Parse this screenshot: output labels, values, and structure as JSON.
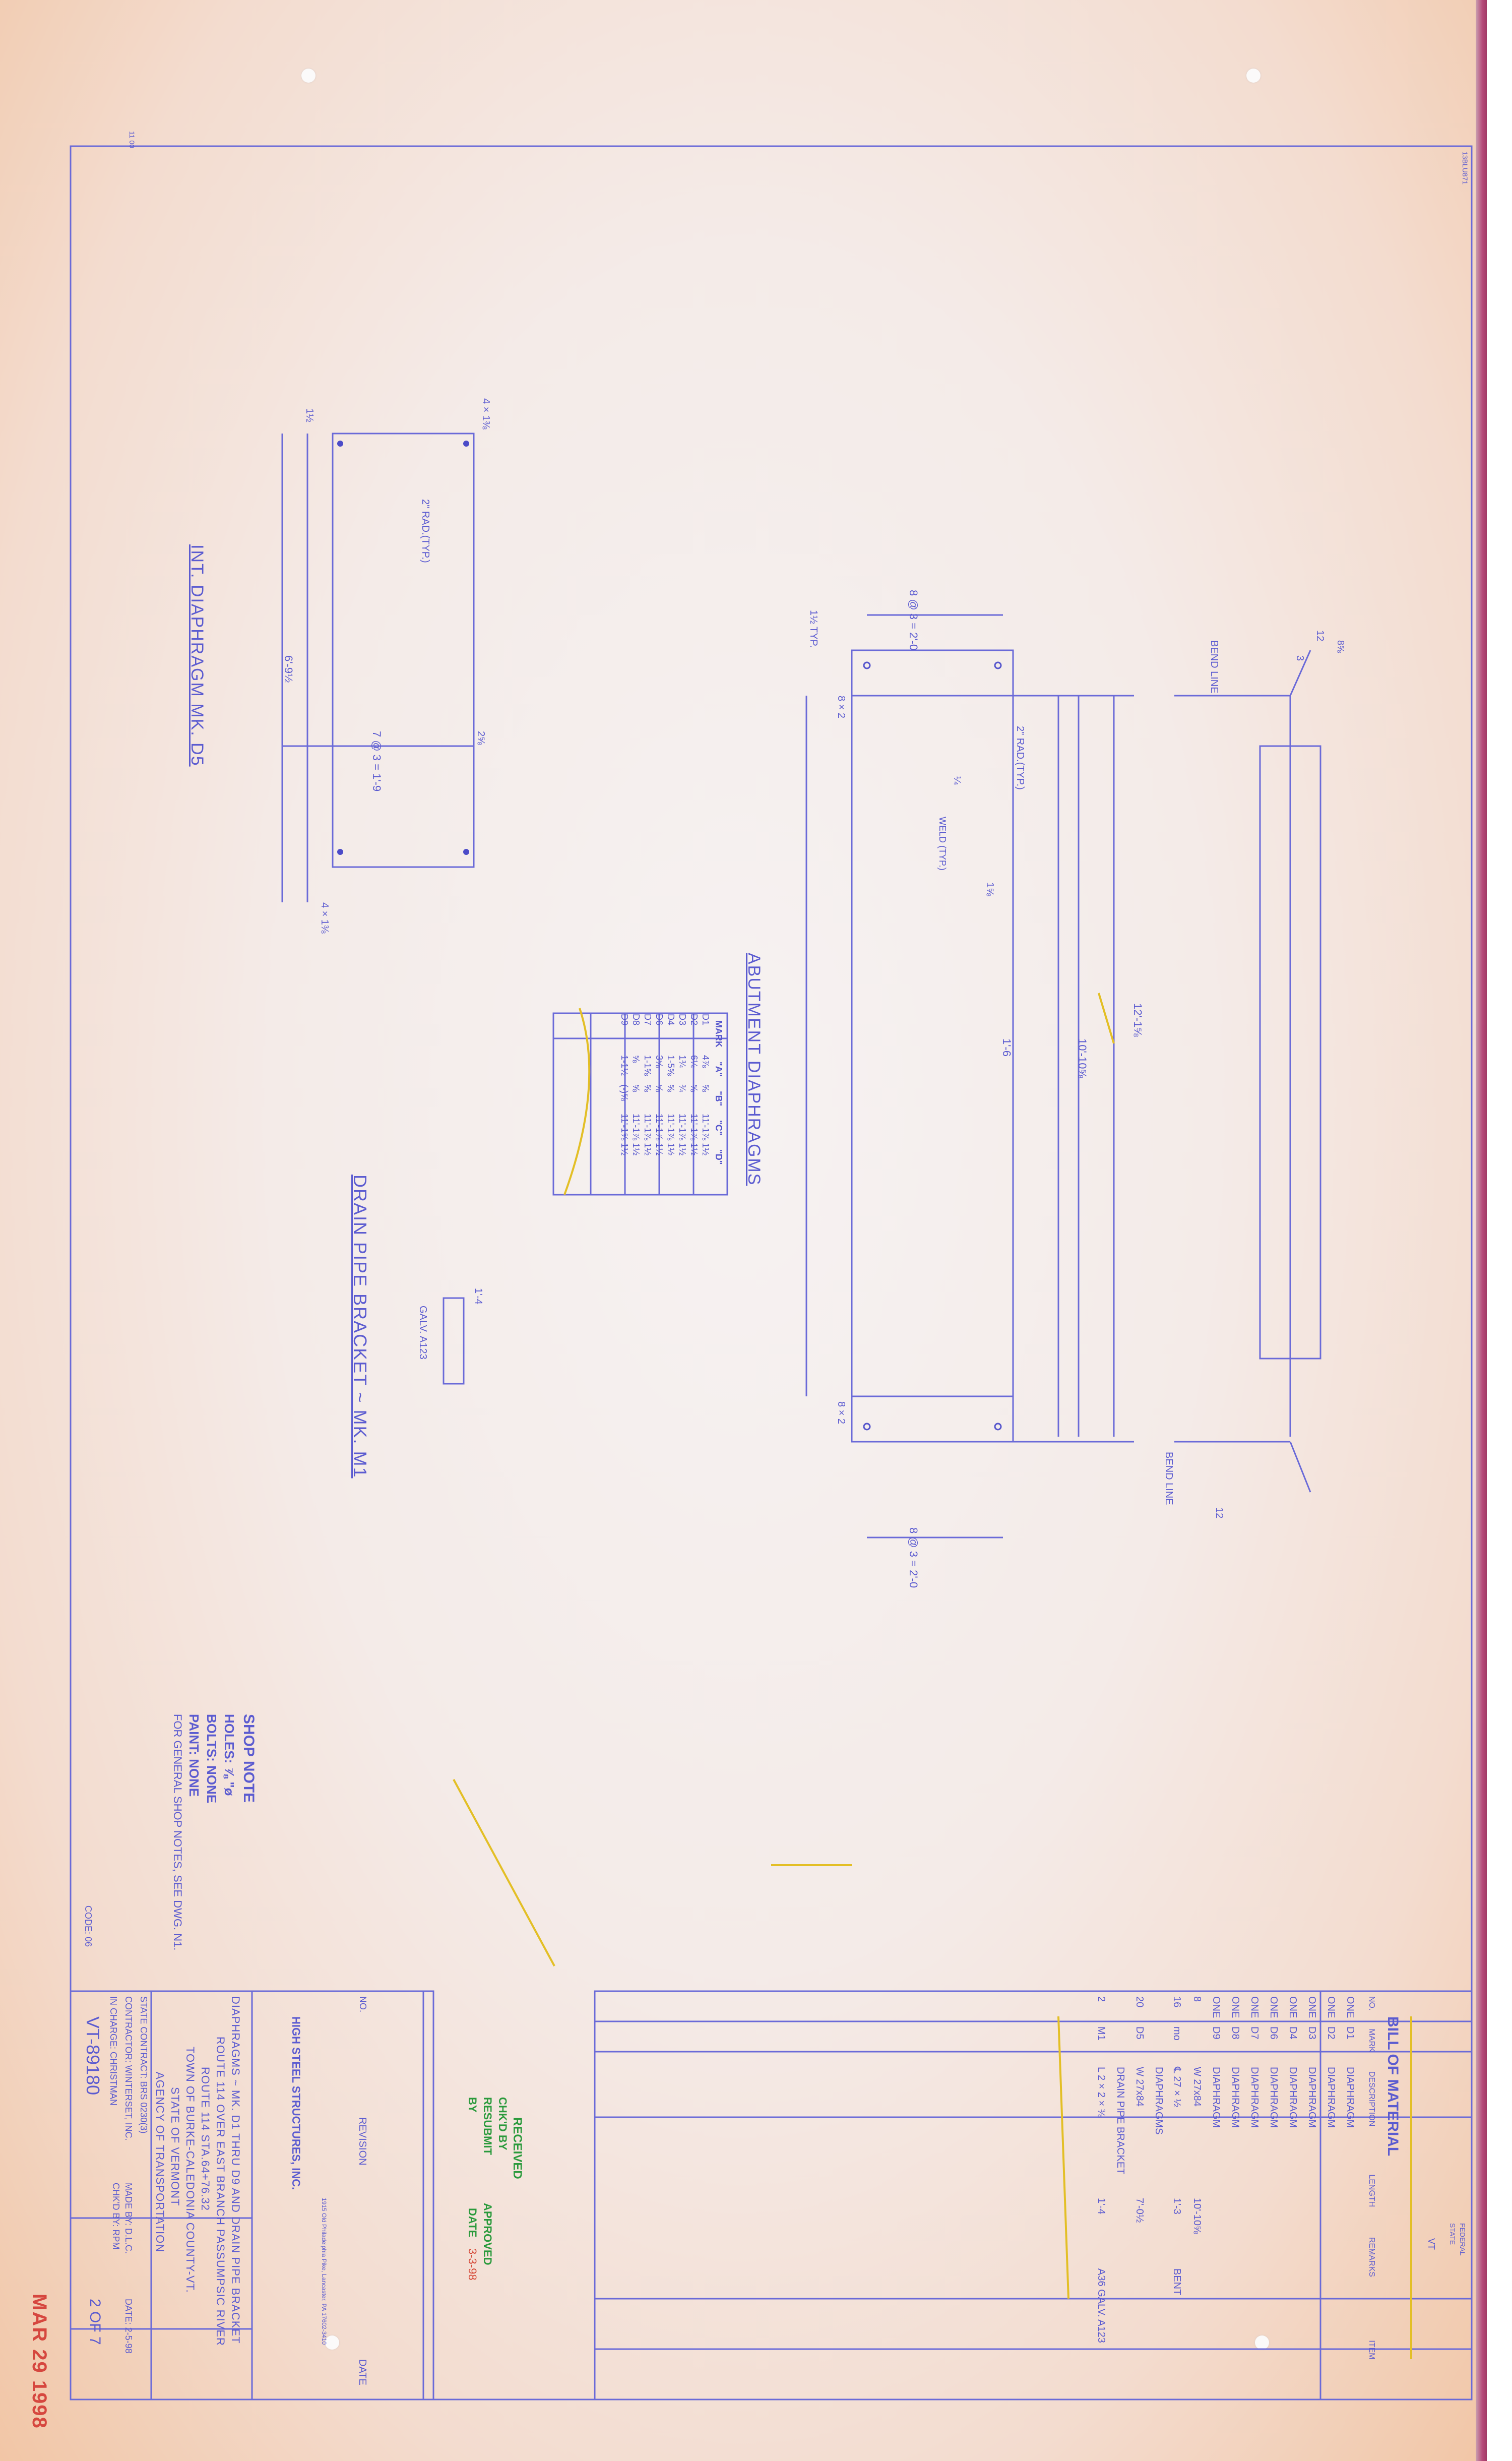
{
  "drawing": {
    "int_diaphragm_title": "INT. DIAPHRAGM MK. D5",
    "abutment_title": "ABUTMENT DIAPHRAGMS",
    "drain_bracket_title": "DRAIN PIPE BRACKET ~ MK. M1",
    "drain_bracket_length": "1'-4",
    "drain_bracket_note": "GALV. A123",
    "dims": {
      "int_length": "6'-9½",
      "int_spacing": "7 @ 3 = 1'-9",
      "int_edge": "2⅝",
      "int_corner": "4 × 1⅜",
      "int_radius": "2\" RAD.(TYP.)",
      "int_top": "1½",
      "abut_spacing": "8 @ 3 = 2'-0",
      "abut_typ": "1½ TYP.",
      "abut_clip": "8 × 2",
      "abut_rad": "2\" RAD.(TYP.)",
      "abut_weld": "¼",
      "abut_weld_note": "WELD (TYP.)",
      "abut_b": "1'-6",
      "abut_a": "12'-1⅝",
      "abut_c": "10'-10⅝",
      "abut_13": "1⅝",
      "bend_line": "BEND LINE",
      "slope": "12",
      "slope_top": "8⅝",
      "small": "3"
    },
    "abutment_table": {
      "headers": [
        "MARK",
        "\"A\"",
        "\"B\"",
        "\"C\"",
        "\"D\""
      ],
      "rows": [
        [
          "D1",
          "4⅞",
          "⅝",
          "11'-1⅞",
          "1½"
        ],
        [
          "D2",
          "6¼",
          "⅝",
          "11'-1⅞",
          "1½"
        ],
        [
          "D3",
          "1¾",
          "¾",
          "11'-1⅞",
          "1½"
        ],
        [
          "D4",
          "1-5⅝",
          "⅝",
          "11'-1⅞",
          "1½"
        ],
        [
          "D6",
          "3⅝",
          "⅝",
          "11'-1⅞",
          "1½"
        ],
        [
          "D7",
          "1-1⅝",
          "⅝",
          "11'-1⅞",
          "1½"
        ],
        [
          "D8",
          "⅝",
          "⅝",
          "11'-1⅞",
          "1½"
        ],
        [
          "D9",
          "1-1½",
          "(-)⅝",
          "11'-1⅝",
          "1½"
        ]
      ]
    }
  },
  "shop_note": {
    "title": "SHOP NOTE",
    "holes": "HOLES: ⅞ \"ø",
    "bolts": "BOLTS: NONE",
    "paint": "PAINT: NONE",
    "general": "FOR GENERAL SHOP NOTES, SEE DWG. N1."
  },
  "bill_of_material": {
    "title": "BILL OF MATERIAL",
    "headers": [
      "NO.",
      "MARK",
      "DESCRIPTION",
      "LENGTH",
      "REMARKS",
      "ITEM"
    ],
    "rows": [
      [
        "ONE",
        "D1",
        "DIAPHRAGM"
      ],
      [
        "ONE",
        "D2",
        "DIAPHRAGM"
      ],
      [
        "ONE",
        "D3",
        "DIAPHRAGM"
      ],
      [
        "ONE",
        "D4",
        "DIAPHRAGM"
      ],
      [
        "ONE",
        "D6",
        "DIAPHRAGM"
      ],
      [
        "ONE",
        "D7",
        "DIAPHRAGM"
      ],
      [
        "ONE",
        "D8",
        "DIAPHRAGM"
      ],
      [
        "ONE",
        "D9",
        "DIAPHRAGM"
      ],
      [
        "8",
        "",
        "W 27x84",
        "10'-10⅝",
        ""
      ],
      [
        "16",
        "mo",
        "℄ 27 × ½",
        "1'-3",
        "BENT"
      ],
      [
        "",
        "",
        "DIAPHRAGMS",
        "",
        ""
      ],
      [
        "20",
        "D5",
        "W 27x84",
        "7'-0½",
        ""
      ],
      [
        "",
        "",
        "DRAIN PIPE BRACKET",
        "",
        ""
      ],
      [
        "2",
        "M1",
        "L 2 × 2 × ⅜",
        "1'-4",
        "A36 GALV. A123"
      ]
    ]
  },
  "title_block": {
    "company": "HIGH STEEL STRUCTURES, INC.",
    "address": "1915 Old Philadelphia Pike, Lancaster, PA 17602-3410",
    "revision_label": "REVISION",
    "date_label": "DATE",
    "no_label": "NO.",
    "desc1": "DIAPHRAGMS ~ MK. D1 THRU D9 AND DRAIN PIPE BRACKET",
    "desc2": "ROUTE 114 OVER EAST BRANCH PASSUMPSIC RIVER",
    "desc3": "ROUTE 114 STA.64+76.32",
    "desc4": "TOWN OF BURKE-CALEDONIA COUNTY-VT.",
    "desc5": "STATE OF VERMONT",
    "desc6": "AGENCY OF TRANSPORTATION",
    "contract": "STATE CONTRACT: BRS 0230(3)",
    "contractor": "CONTRACTOR: WINTERSET, INC.",
    "incharge": "IN CHARGE: CHRISTMAN",
    "contract_no": "VT-89180",
    "sheet": "2 OF 7",
    "made_by": "MADE BY: D.L.C.",
    "checked": "CHK'D BY: RPM",
    "date": "DATE: 2-5-98",
    "code": "CODE: 06"
  },
  "stamp": {
    "received": "RECEIVED",
    "chkd_by": "CHK'D BY",
    "resubmit": "RESUBMIT",
    "approved": "APPROVED",
    "by": "BY",
    "date_label": "DATE",
    "date_value": "3-3-98"
  },
  "corner": {
    "top_right": "13BLU871",
    "top_left": "11 00",
    "federal": "FEDERAL",
    "state": "STATE",
    "vt": "VT"
  },
  "received_stamp": "MAR 29 1998"
}
